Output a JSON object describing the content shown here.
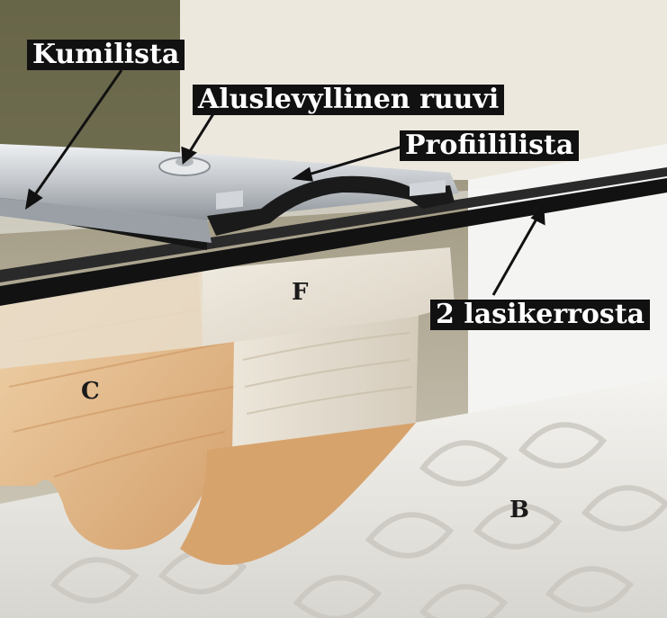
{
  "labels": {
    "kumilista": "Kumilista",
    "aluslevyllinen_ruuvi": "Aluslevyllinen ruuvi",
    "profiililista": "Profiililista",
    "lasikerrosta": "2 lasikerrosta"
  },
  "letters": {
    "f": "F",
    "c": "C",
    "b": "B"
  },
  "colors": {
    "label_background": "#111111",
    "label_text": "#ffffff",
    "wood": "#e2b98a",
    "aluminium": "#c9ccd0",
    "rubber": "#141414"
  }
}
